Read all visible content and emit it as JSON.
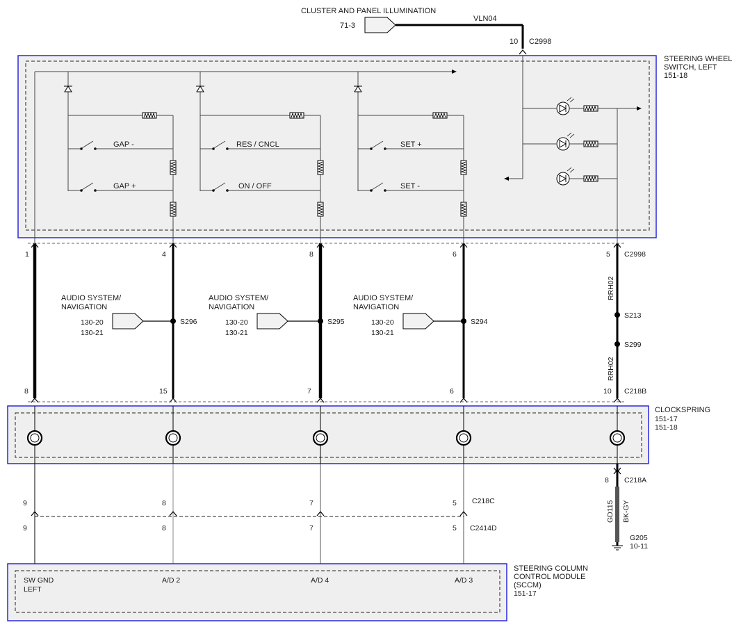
{
  "feed": {
    "title": "CLUSTER AND PANEL ILLUMINATION",
    "ref": "71-3",
    "circuit": "VLN04",
    "pin": "10",
    "connector": "C2998"
  },
  "switch_module": {
    "name": "STEERING WHEEL SWITCH, LEFT",
    "name_line1": "STEERING WHEEL",
    "name_line2": "SWITCH, LEFT",
    "ref": "151-18",
    "switches": [
      "GAP -",
      "GAP +",
      "RES / CNCL",
      "ON / OFF",
      "SET +",
      "SET -"
    ]
  },
  "upper_pins": {
    "pins": [
      "1",
      "4",
      "8",
      "6",
      "5"
    ],
    "connector": "C2998",
    "circuit": "RRH02"
  },
  "audio_taps": [
    {
      "line1": "AUDIO SYSTEM/",
      "line2": "NAVIGATION",
      "ref1": "130-20",
      "ref2": "130-21",
      "splice": "S296"
    },
    {
      "line1": "AUDIO SYSTEM/",
      "line2": "NAVIGATION",
      "ref1": "130-20",
      "ref2": "130-21",
      "splice": "S295"
    },
    {
      "line1": "AUDIO SYSTEM/",
      "line2": "NAVIGATION",
      "ref1": "130-20",
      "ref2": "130-21",
      "splice": "S294"
    }
  ],
  "splices_right": [
    "S213",
    "S299"
  ],
  "clockspring_upper": {
    "pins": [
      "8",
      "15",
      "7",
      "6",
      "10"
    ],
    "connector": "C218B"
  },
  "clockspring": {
    "name": "CLOCKSPRING",
    "ref1": "151-17",
    "ref2": "151-18"
  },
  "clockspring_lower": {
    "pin": "8",
    "connector": "C218A",
    "circuit": "GD115",
    "color": "BK-GY",
    "ground": "G205",
    "ground_ref": "10-11"
  },
  "c218c": {
    "pins": [
      "9",
      "8",
      "7",
      "5"
    ],
    "connector": "C218C"
  },
  "c2414d": {
    "pins": [
      "9",
      "8",
      "7",
      "5"
    ],
    "connector": "C2414D"
  },
  "sccm": {
    "line1": "STEERING COLUMN",
    "line2": "CONTROL MODULE",
    "line3": "(SCCM)",
    "ref": "151-17",
    "terminals": [
      "SW GND",
      "A/D 2",
      "A/D 4",
      "A/D 3"
    ],
    "terminal0_line2": "LEFT"
  },
  "colors": {
    "module_border": "#1a1adb",
    "module_fill": "#efefef",
    "wire": "#000000"
  }
}
